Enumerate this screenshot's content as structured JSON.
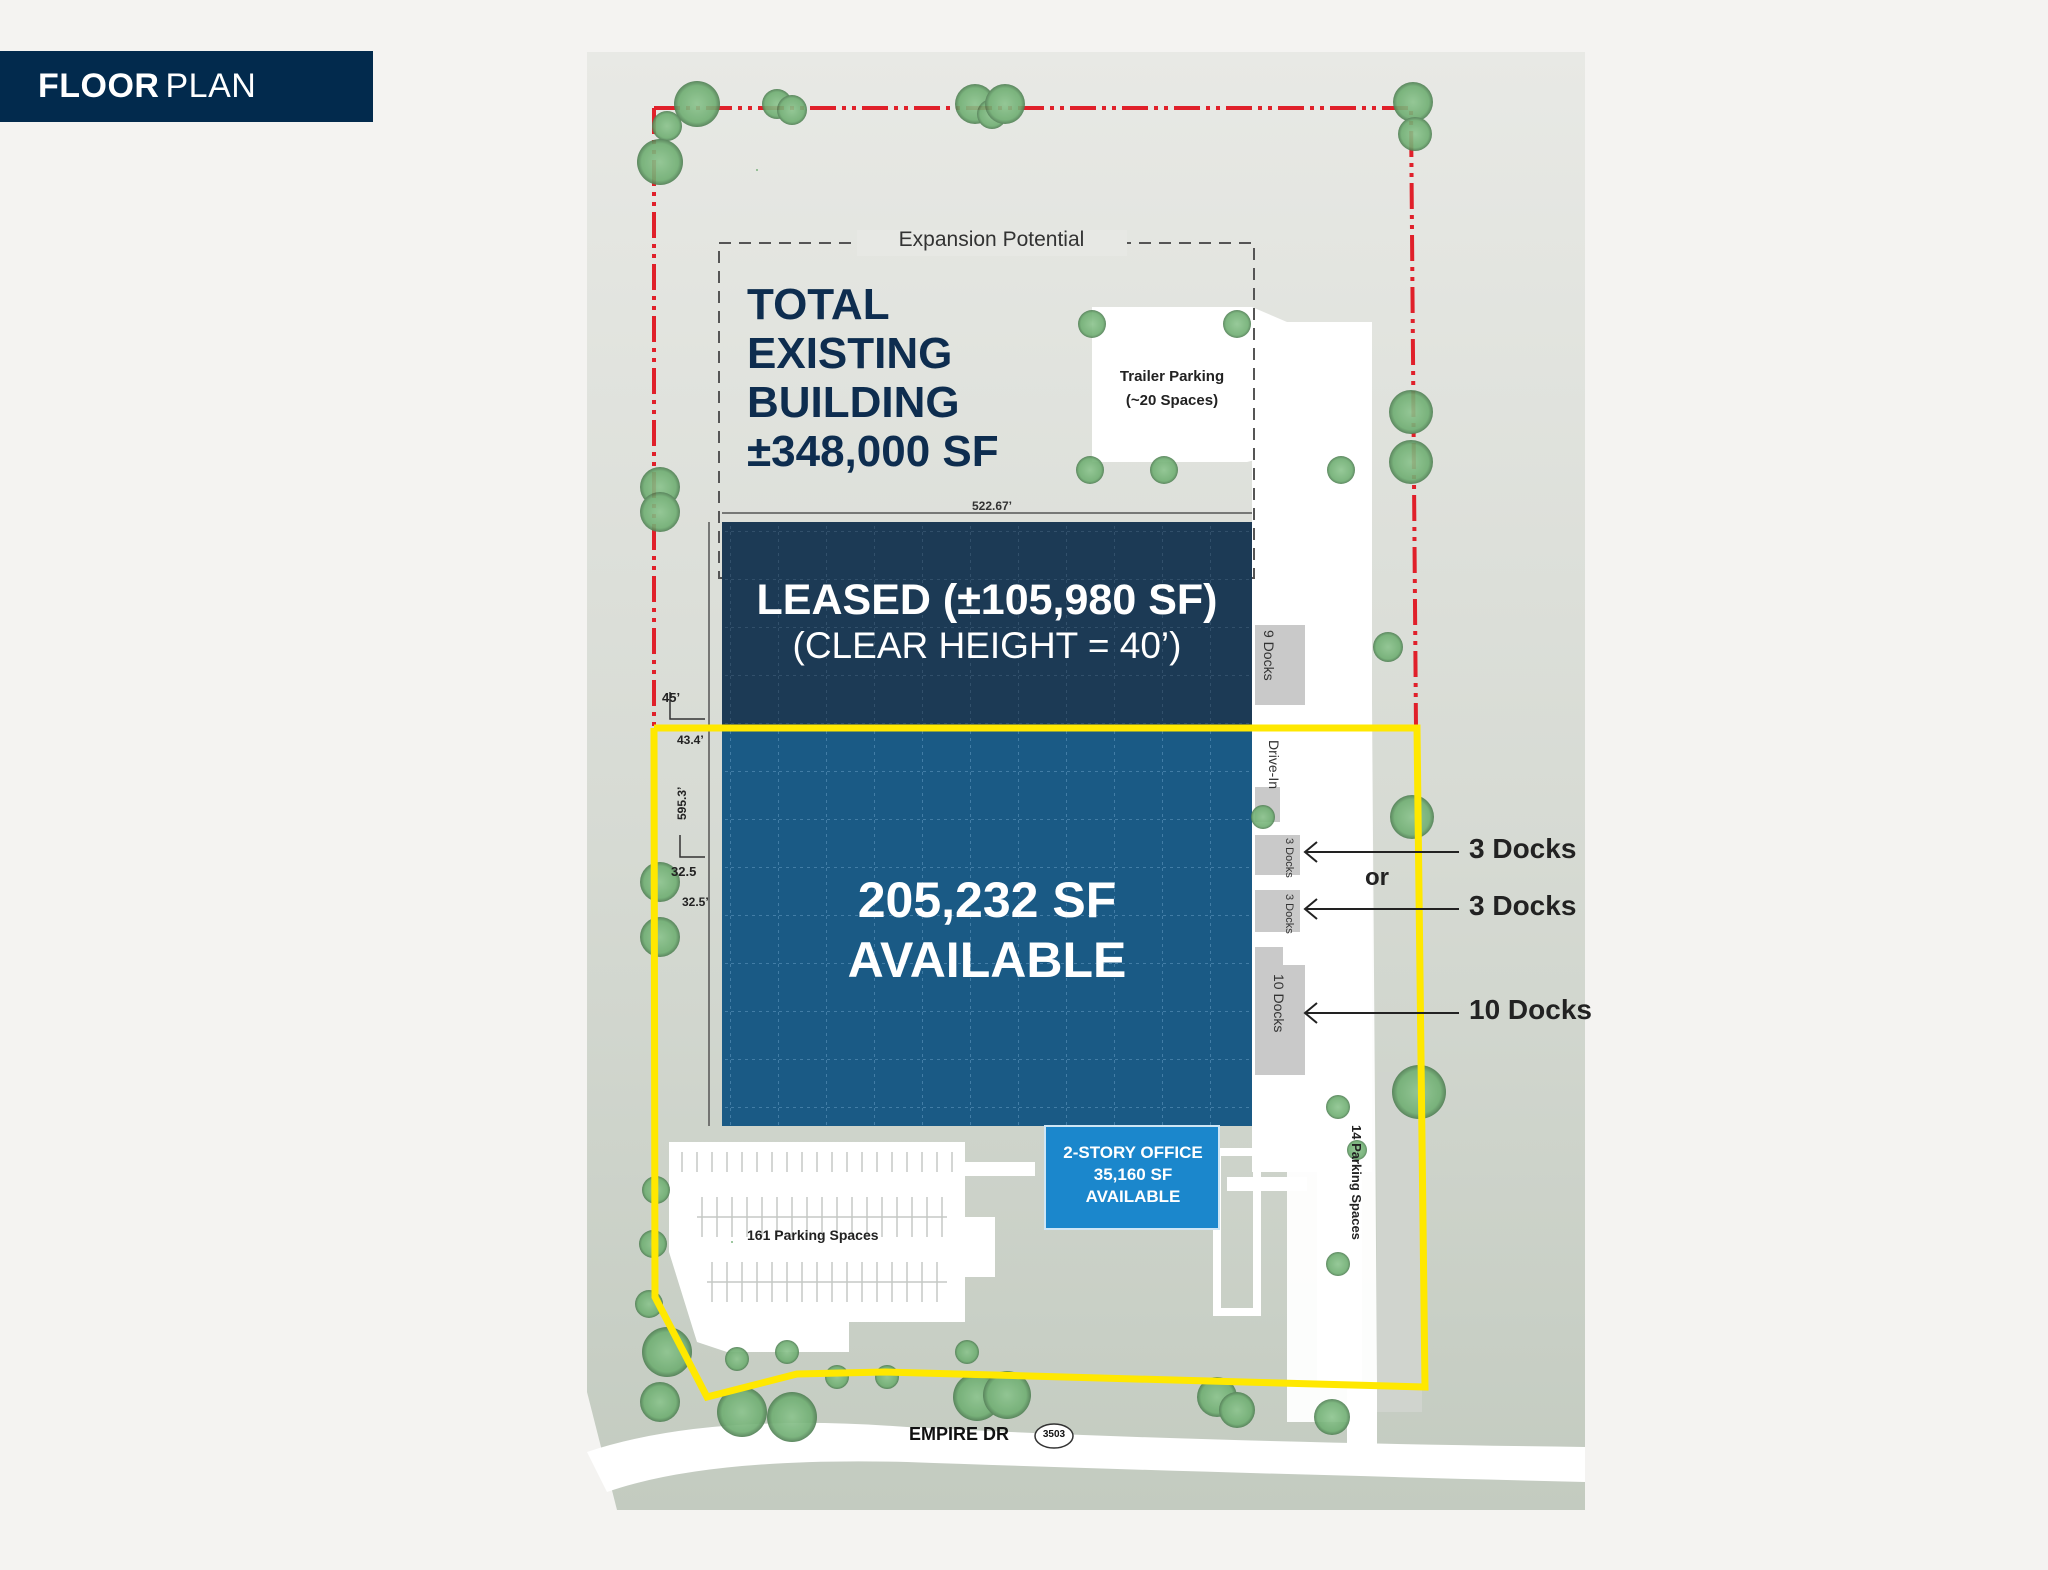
{
  "header": {
    "title_bold": "FLOOR",
    "title_light": "PLAN"
  },
  "site": {
    "expansion_label": "Expansion Potential",
    "total_building": {
      "line1": "TOTAL",
      "line2": "EXISTING",
      "line3": "BUILDING",
      "line4": "±348,000 SF"
    },
    "trailer_parking": {
      "line1": "Trailer Parking",
      "line2": "(~20 Spaces)"
    },
    "leased": {
      "line1": "LEASED (±105,980 SF)",
      "line2": "(CLEAR HEIGHT = 40’)"
    },
    "available": {
      "line1": "205,232 SF",
      "line2": "AVAILABLE"
    },
    "office": {
      "line1": "2-STORY OFFICE",
      "line2": "35,160 SF",
      "line3": "AVAILABLE"
    },
    "dimensions": {
      "width": "522.67’",
      "depth": "595.3’",
      "bay_top_h": "45’",
      "bay_top_w": "43.4’",
      "bay_low_h": "32.5",
      "bay_low_w": "32.5’"
    },
    "docks": {
      "nine": "9 Docks",
      "drive_in": "Drive-In",
      "three_a": "3 Docks",
      "three_b": "3 Docks",
      "ten": "10 Docks"
    },
    "parking": {
      "main": "161 Parking Spaces",
      "side": "14 Parking Spaces"
    },
    "road": {
      "name": "EMPIRE DR",
      "number": "3503"
    }
  },
  "callouts": {
    "dock1": "3  Docks",
    "or": "or",
    "dock2": "3  Docks",
    "dock3": "10  Docks"
  },
  "colors": {
    "banner": "#022a4d",
    "leased": "#1c3a55",
    "available": "#1a5a85",
    "office": "#1b87cc",
    "available_outline": "#ffe800",
    "property_line": "#e0202a",
    "ground": "#c9d0c6"
  }
}
